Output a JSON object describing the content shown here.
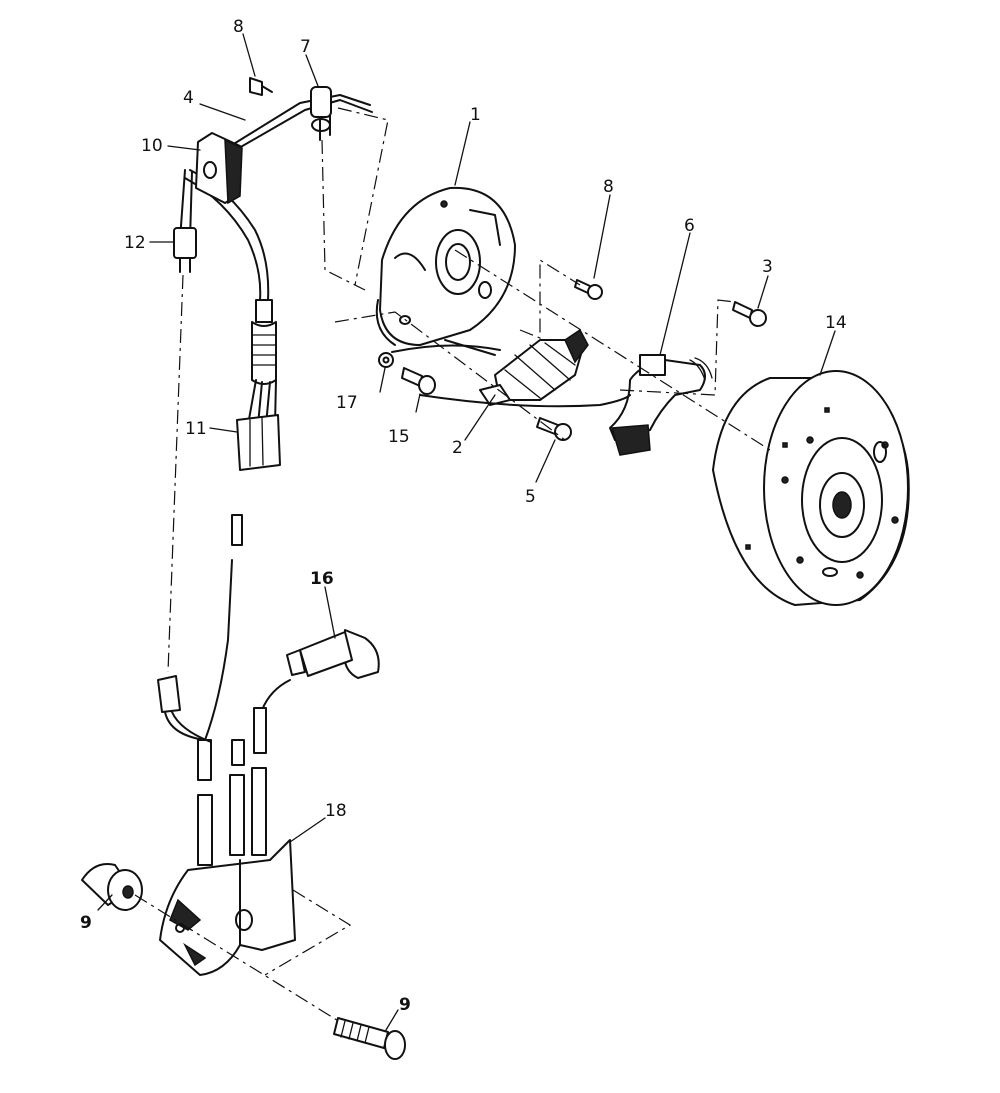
{
  "callouts": [
    {
      "id": "1",
      "label": "1"
    },
    {
      "id": "2",
      "label": "2"
    },
    {
      "id": "3",
      "label": "3"
    },
    {
      "id": "4",
      "label": "4"
    },
    {
      "id": "5",
      "label": "5"
    },
    {
      "id": "6",
      "label": "6"
    },
    {
      "id": "7",
      "label": "7"
    },
    {
      "id": "8a",
      "label": "8"
    },
    {
      "id": "8b",
      "label": "8"
    },
    {
      "id": "9",
      "label": "9"
    },
    {
      "id": "10",
      "label": "10"
    },
    {
      "id": "11",
      "label": "11"
    },
    {
      "id": "12",
      "label": "12"
    },
    {
      "id": "13",
      "label": "13"
    },
    {
      "id": "14",
      "label": "14"
    },
    {
      "id": "15",
      "label": "15"
    },
    {
      "id": "16",
      "label": "16"
    },
    {
      "id": "17",
      "label": "17"
    },
    {
      "id": "18",
      "label": "18"
    }
  ]
}
